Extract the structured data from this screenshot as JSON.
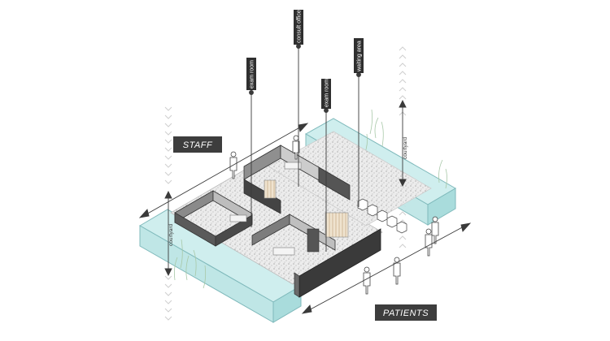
{
  "labels": {
    "exam_room_1": "exam room",
    "consult_office": "consult office",
    "exam_room_2": "exam room",
    "waiting_area": "waiting area",
    "courtyard_right": "courtyard",
    "courtyard_left": "courtyard"
  },
  "tags": {
    "staff": "STAFF",
    "patients": "PATIENTS"
  },
  "colors": {
    "glass": "#bfe6e6",
    "glass_stroke": "#7fb9bb",
    "wall_dark": "#3a3a3a",
    "wall_mid": "#8a8a8a",
    "floor": "#e6e6e6",
    "tag_bg": "#3d3d3d",
    "arrow": "#3a3a3a",
    "chevron": "#c9c9c9"
  }
}
